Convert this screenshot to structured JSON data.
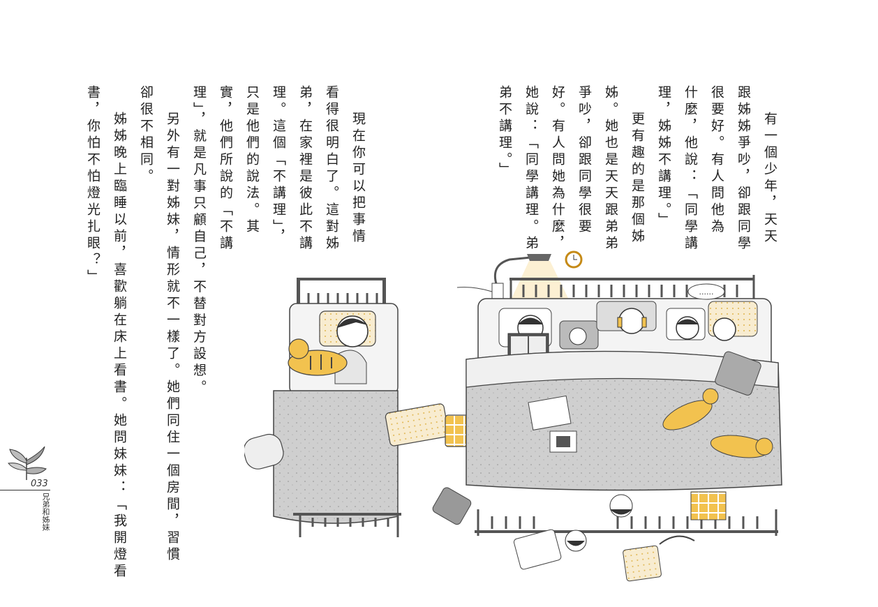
{
  "page": {
    "number": "033",
    "section": "兄弟和姊妹"
  },
  "text_columns": [
    "有一個少年，天天",
    "跟姊姊爭吵，卻跟同學",
    "很要好。有人問他為",
    "什麼，他說：「同學講",
    "理，姊姊不講理。」",
    "更有趣的是那個姊",
    "姊。她也是天天跟弟弟",
    "爭吵，卻跟同學很要",
    "好。有人問她為什麼，",
    "她說：「同學講理。弟",
    "弟不講理。」",
    "現在你可以把事情",
    "看得很明白了。這對姊",
    "弟，在家裡是彼此不講",
    "理。這個「不講理」，",
    "只是他們的說法。其",
    "實，他們所說的「不講",
    "理」，就是凡事只顧自己，不替對方設想。",
    "另外有一對姊妹，情形就不一樣了。她們同住一個房間，習慣",
    "卻很不相同。",
    "姊姊晚上臨睡以前，喜歡躺在床上看書。她問妹妹：「我開燈看",
    "書，你怕不怕燈光扎眼？」"
  ],
  "colors": {
    "text": "#222222",
    "accent_yellow": "#f2c24f",
    "bed_gray": "#c9c9c9",
    "line": "#333333"
  },
  "illustration": {
    "speech_bubble": "......",
    "icons": [
      "bed-icon",
      "tiger-plush-icon",
      "alarm-clock-icon",
      "desk-lamp-icon",
      "leaf-plant-icon"
    ]
  }
}
